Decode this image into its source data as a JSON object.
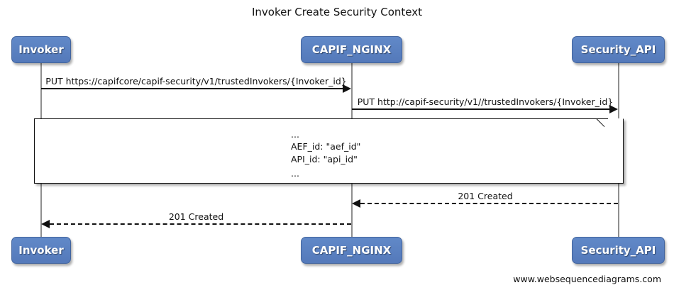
{
  "diagram": {
    "title": "Invoker Create Security Context",
    "type": "sequence-diagram",
    "footer": "www.websequencediagrams.com",
    "colors": {
      "participant_fill": "#5b82c2",
      "participant_border": "#43659e",
      "participant_text": "#ffffff",
      "line": "#111111",
      "lifeline": "#8f8f8f",
      "background": "#ffffff"
    },
    "participants": [
      {
        "id": "invoker",
        "label": "Invoker"
      },
      {
        "id": "capif_nginx",
        "label": "CAPIF_NGINX"
      },
      {
        "id": "security_api",
        "label": "Security_API"
      }
    ],
    "messages": [
      {
        "id": "msg1",
        "label": "PUT https://capifcore/capif-security/v1/trustedInvokers/{Invoker_id}",
        "from": "invoker",
        "to": "capif_nginx",
        "style": "solid",
        "direction": "right"
      },
      {
        "id": "msg2",
        "label": "PUT http://capif-security/v1//trustedInvokers/{Invoker_id}",
        "from": "capif_nginx",
        "to": "security_api",
        "style": "solid",
        "direction": "right"
      },
      {
        "id": "msg3",
        "label": "201 Created",
        "from": "security_api",
        "to": "capif_nginx",
        "style": "dashed",
        "direction": "left"
      },
      {
        "id": "msg4",
        "label": "201 Created",
        "from": "capif_nginx",
        "to": "invoker",
        "style": "dashed",
        "direction": "left"
      }
    ],
    "note": {
      "line1": "...",
      "line2": "AEF_id: \"aef_id\"",
      "line3": "API_id: \"api_id\"",
      "line4": "..."
    }
  }
}
